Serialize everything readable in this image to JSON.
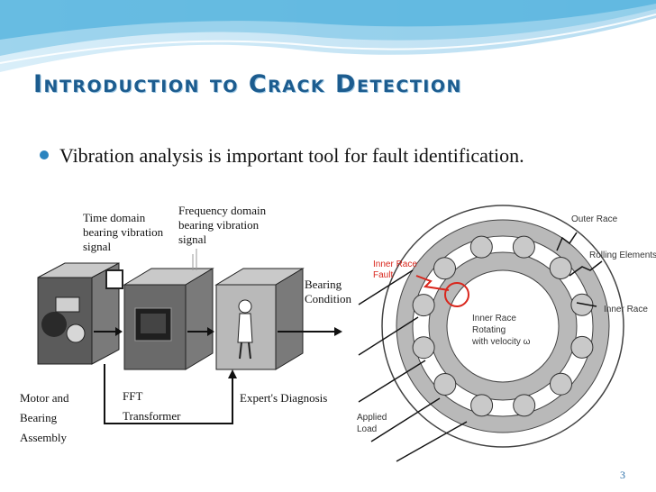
{
  "slide": {
    "title": "Introduction to Crack Detection",
    "bullet": "Vibration analysis is important tool for fault identification.",
    "page_number": "3"
  },
  "block_diagram": {
    "label_time_domain": [
      "Time domain",
      "bearing vibration",
      "signal"
    ],
    "label_frequency_domain": [
      "Frequency domain",
      "bearing vibration",
      "signal"
    ],
    "label_bearing_condition": [
      "Bearing",
      "Condition"
    ],
    "label_motor": [
      "Motor and",
      "Bearing",
      "Assembly"
    ],
    "label_fft": [
      "FFT",
      "Transformer"
    ],
    "label_expert": "Expert's Diagnosis"
  },
  "bearing_diagram": {
    "outer_race": "Outer Race",
    "rolling_elements": "Rolling Elements",
    "inner_race": "Inner Race",
    "inner_race_fault": [
      "Inner Race",
      "Fault"
    ],
    "inner_race_rotating": [
      "Inner Race",
      "Rotating",
      "with velocity ω"
    ],
    "applied_load": [
      "Applied",
      "Load"
    ]
  },
  "colors": {
    "title": "#1c5c8f",
    "bullet": "#2b84bf",
    "fault": "#d9261c"
  }
}
